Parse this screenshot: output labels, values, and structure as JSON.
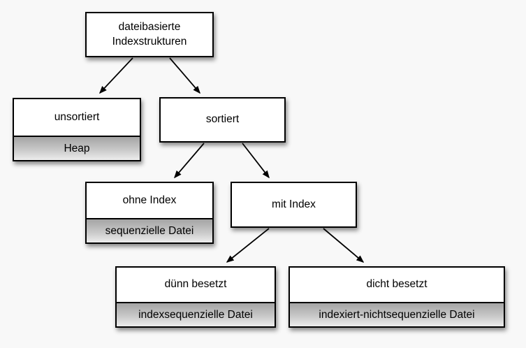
{
  "diagram": {
    "description": "Tree diagram of file-based index structures (German)",
    "colors": {
      "background": "#f8f8f8",
      "box_fill": "#ffffff",
      "border": "#000000",
      "subrow_gradient_top": "#a4a4a4",
      "subrow_gradient_bottom": "#ededed",
      "arrow": "#000000"
    },
    "nodes": {
      "root": {
        "label": "dateibasierte Indexstrukturen"
      },
      "unsortiert": {
        "label": "unsortiert",
        "sublabel": "Heap"
      },
      "sortiert": {
        "label": "sortiert"
      },
      "ohne_index": {
        "label": "ohne Index",
        "sublabel": "sequenzielle Datei"
      },
      "mit_index": {
        "label": "mit Index"
      },
      "duenn_besetzt": {
        "label": "dünn besetzt",
        "sublabel": "indexsequenzielle Datei"
      },
      "dicht_besetzt": {
        "label": "dicht besetzt",
        "sublabel": "indexiert-nichtsequenzielle Datei"
      }
    },
    "edges": [
      {
        "from": "root",
        "to": "unsortiert"
      },
      {
        "from": "root",
        "to": "sortiert"
      },
      {
        "from": "sortiert",
        "to": "ohne_index"
      },
      {
        "from": "sortiert",
        "to": "mit_index"
      },
      {
        "from": "mit_index",
        "to": "duenn_besetzt"
      },
      {
        "from": "mit_index",
        "to": "dicht_besetzt"
      }
    ]
  }
}
